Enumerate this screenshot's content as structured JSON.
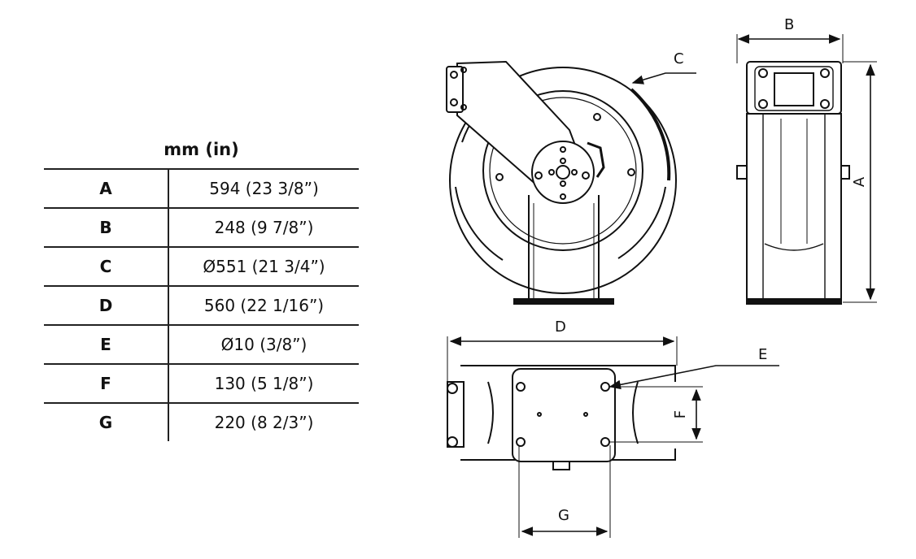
{
  "table": {
    "title": "mm (in)",
    "rows": [
      {
        "key": "A",
        "value": "594 (23 3/8”)"
      },
      {
        "key": "B",
        "value": "248 (9 7/8”)"
      },
      {
        "key": "C",
        "value": "Ø551 (21 3/4”)"
      },
      {
        "key": "D",
        "value": "560 (22 1/16”)"
      },
      {
        "key": "E",
        "value": "Ø10 (3/8”)"
      },
      {
        "key": "F",
        "value": "130 (5 1/8”)"
      },
      {
        "key": "G",
        "value": "220 (8 2/3”)"
      }
    ]
  },
  "labels": {
    "a": "A",
    "b": "B",
    "c": "C",
    "d": "D",
    "e": "E",
    "f": "F",
    "g": "G"
  }
}
